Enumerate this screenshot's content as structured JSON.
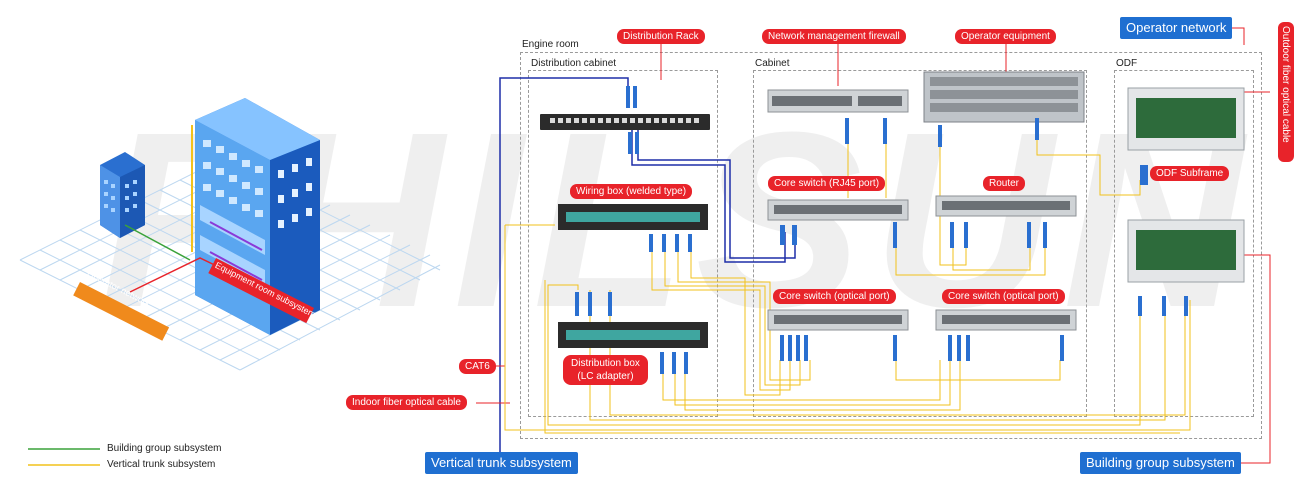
{
  "watermark": "FHILSUN",
  "building": {
    "operator_network": "Operator network",
    "equipment_room_subsystem": "Equipment room subsystem"
  },
  "legend": [
    {
      "label": "Building group subsystem",
      "color": "#3aa23a"
    },
    {
      "label": "Vertical trunk subsystem",
      "color": "#f2c21b"
    }
  ],
  "areas": {
    "engine_room": "Engine room",
    "distribution_cabinet": "Distribution cabinet",
    "cabinet": "Cabinet",
    "odf": "ODF"
  },
  "labels": {
    "distribution_rack": "Distribution Rack",
    "network_firewall": "Network management firewall",
    "operator_equipment": "Operator equipment",
    "operator_network": "Operator network",
    "outdoor_fiber": "Outdoor fiber optical cable",
    "wiring_box": "Wiring box (welded type)",
    "core_switch_rj45": "Core switch (RJ45 port)",
    "router": "Router",
    "odf_subframe": "ODF Subframe",
    "core_switch_optical_1": "Core switch (optical port)",
    "core_switch_optical_2": "Core switch (optical port)",
    "distribution_box_line1": "Distribution box",
    "distribution_box_line2": "(LC adapter)",
    "cat6": "CAT6",
    "indoor_fiber": "Indoor fiber optical cable",
    "vertical_trunk": "Vertical trunk subsystem",
    "building_group": "Building group subsystem"
  },
  "colors": {
    "red": "#e8232a",
    "blue": "#1f6fd1",
    "fiber_yellow": "#f2c21b",
    "cat6_blue": "#1e2fa8",
    "green": "#3aa23a"
  }
}
